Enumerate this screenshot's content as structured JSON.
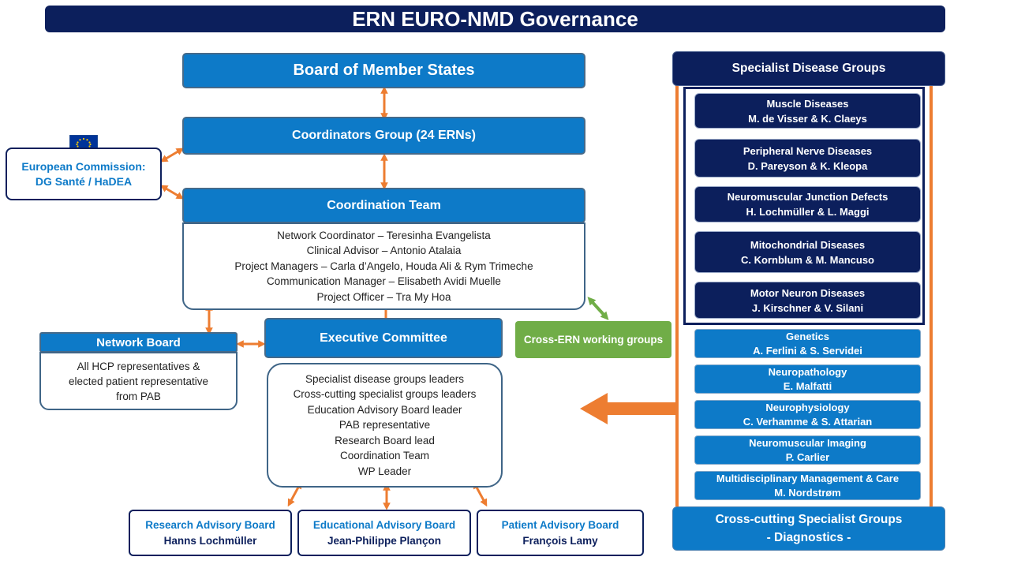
{
  "title": "ERN EURO-NMD Governance",
  "board_member_states": "Board of Member States",
  "coordinators_group": "Coordinators Group (24 ERNs)",
  "european_commission": {
    "line1": "European Commission:",
    "line2": "DG Santé / HaDEA"
  },
  "coordination_team": {
    "title": "Coordination Team",
    "members": [
      "Network Coordinator – Teresinha Evangelista",
      "Clinical Advisor – Antonio Atalaia",
      "Project Managers – Carla d’Angelo, Houda Ali & Rym Trimeche",
      "Communication  Manager – Elisabeth Avidi Muelle",
      "Project Officer – Tra My Hoa"
    ]
  },
  "network_board": {
    "title": "Network Board",
    "lines": [
      "All HCP representatives &",
      "elected patient representative",
      "from PAB"
    ]
  },
  "executive_committee": {
    "title": "Executive Committee",
    "members": [
      "Specialist disease groups leaders",
      "Cross-cutting specialist groups leaders",
      "Education Advisory Board leader",
      "PAB representative",
      "Research Board lead",
      "Coordination Team",
      "WP Leader"
    ]
  },
  "cross_ern": "Cross-ERN working groups",
  "advisory_boards": [
    {
      "title": "Research Advisory Board",
      "name": "Hanns Lochmüller"
    },
    {
      "title": "Educational Advisory Board",
      "name": "Jean-Philippe Plançon"
    },
    {
      "title": "Patient Advisory Board",
      "name": "François Lamy"
    }
  ],
  "specialist_groups": {
    "title": "Specialist Disease Groups",
    "items": [
      {
        "name": "Muscle Diseases",
        "leads": "M. de Visser  & K. Claeys"
      },
      {
        "name": "Peripheral Nerve Diseases",
        "leads": "D. Pareyson & K. Kleopa"
      },
      {
        "name": "Neuromuscular Junction Defects",
        "leads": "H. Lochmüller & L. Maggi"
      },
      {
        "name": "Mitochondrial Diseases",
        "leads": "C. Kornblum & M. Mancuso"
      },
      {
        "name": "Motor Neuron Diseases",
        "leads": "J. Kirschner & V. Silani"
      }
    ]
  },
  "cross_cutting": {
    "title_line1": "Cross-cutting Specialist Groups",
    "title_line2": "- Diagnostics -",
    "items": [
      {
        "name": "Genetics",
        "leads": "A. Ferlini & S. Servidei"
      },
      {
        "name": "Neuropathology",
        "leads": "E. Malfatti"
      },
      {
        "name": "Neurophysiology",
        "leads": "C. Verhamme & S. Attarian"
      },
      {
        "name": "Neuromuscular Imaging",
        "leads": "P. Carlier"
      },
      {
        "name": "Multidisciplinary  Management & Care",
        "leads": "M. Nordstrøm"
      }
    ]
  },
  "colors": {
    "navy": "#0c1f5c",
    "blue": "#0d7ac8",
    "orange": "#ed7d31",
    "green": "#70ad47"
  },
  "icons": {
    "eu_flag": "eu-flag-icon"
  }
}
